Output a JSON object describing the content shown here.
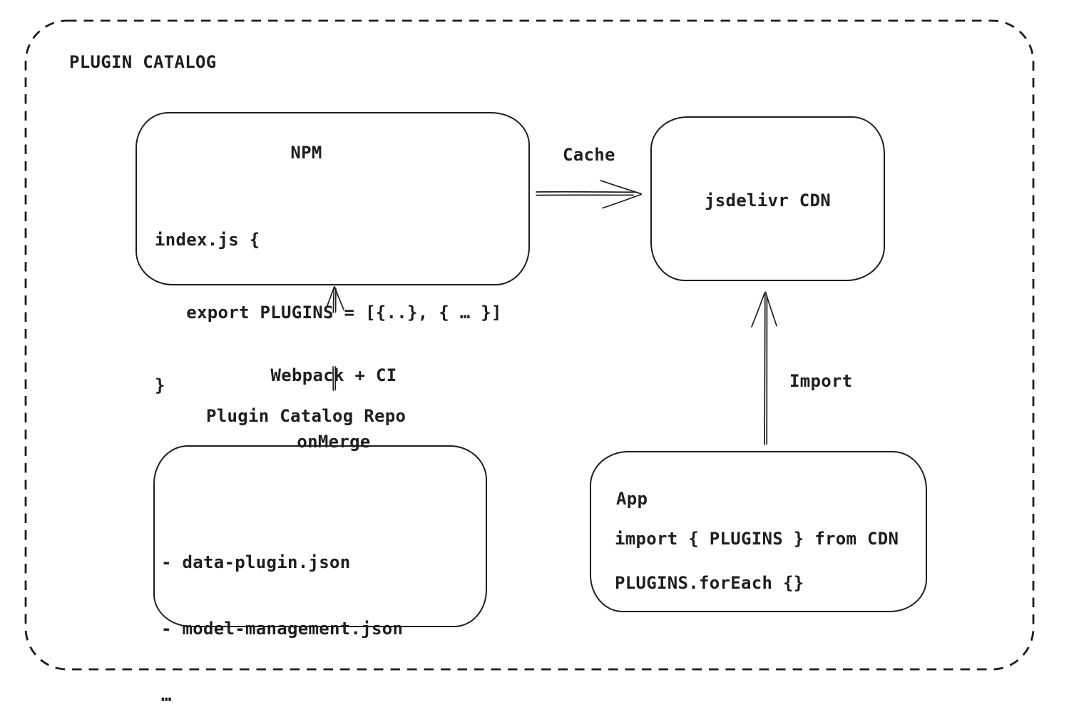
{
  "diagram": {
    "background": "#ffffff",
    "stroke_color": "#1e1e1e",
    "frame": {
      "title": "PLUGIN CATALOG",
      "border_style": "dashed rounded rectangle"
    },
    "nodes": {
      "npm": {
        "title": "NPM",
        "code_lines": [
          "index.js {",
          "   export PLUGINS = [{..}, { … }]",
          "}"
        ]
      },
      "cdn": {
        "label": "jsdelivr CDN"
      },
      "repo": {
        "label": "Plugin Catalog Repo",
        "file_lines": [
          "- data-plugin.json",
          "- model-management.json",
          "…"
        ]
      },
      "app": {
        "title": "App",
        "code_lines": [
          "import { PLUGINS } from CDN",
          "PLUGINS.forEach {}"
        ]
      }
    },
    "edges": {
      "cache": {
        "label": "Cache",
        "from": "NPM",
        "to": "jsdelivr CDN"
      },
      "build": {
        "label_line_1": "Webpack + CI",
        "label_line_2": "onMerge",
        "from": "Plugin Catalog Repo",
        "to": "NPM"
      },
      "import": {
        "label": "Import",
        "from": "App",
        "to": "jsdelivr CDN"
      }
    }
  }
}
